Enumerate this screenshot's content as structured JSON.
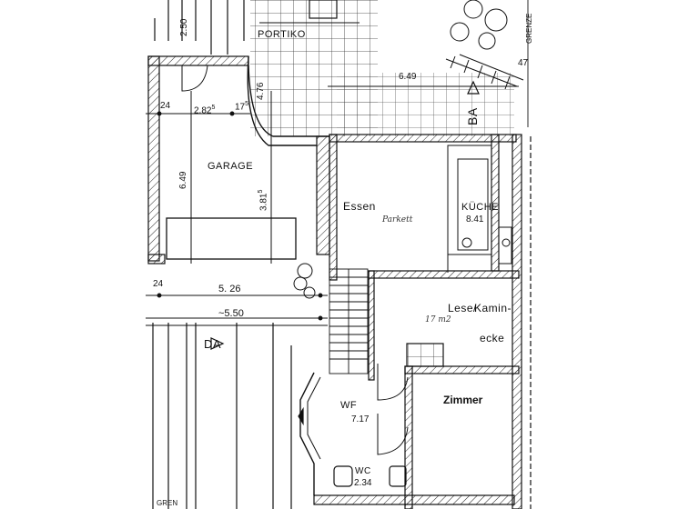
{
  "rooms": {
    "portiko": "PORTIKO",
    "garage": "GARAGE",
    "essen": "Essen",
    "kueche": "KÜCHE",
    "kueche_area": "8.41",
    "lese": "Lese/",
    "kamin": "Kamin-",
    "ecke": "ecke",
    "zimmer": "Zimmer",
    "wf": "WF",
    "wf_area": "7.17",
    "wc": "WC",
    "wc_area": "2.34"
  },
  "dimensions": {
    "d250": "2.50",
    "d476": "4.76",
    "d649_top": "6.49",
    "d24_a": "24",
    "d2825": "2.82",
    "d2825_sup": "5",
    "d175": "17",
    "d175_sup": "5",
    "d649_side": "6.49",
    "d3815": "3.81",
    "d3815_sup": "5",
    "d24_b": "24",
    "d526": "5. 26",
    "d550": "~5.50",
    "d47": "47"
  },
  "edge_labels": {
    "grenze_right": "GRENZE",
    "grenze_bottom": "GREN"
  },
  "markers": {
    "ba_right": "BA",
    "da_left": "DA"
  },
  "handwriting": {
    "essen_note": "Parkett",
    "lese_note": "17 m2"
  }
}
